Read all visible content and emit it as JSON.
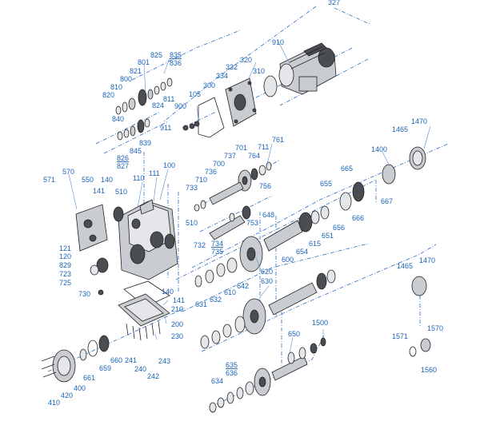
{
  "labels": {
    "l327": "327",
    "l910": "910",
    "l825": "825",
    "l835": "835",
    "l836": "836",
    "l801": "801",
    "l821": "821",
    "l800": "800",
    "l810": "810",
    "l811": "811",
    "l820": "820",
    "l824": "824",
    "l840": "840",
    "l839": "839",
    "l845": "845",
    "l826": "826",
    "l827": "827",
    "l900": "900",
    "l911": "911",
    "l105": "105",
    "l300": "300",
    "l334": "334",
    "l332": "332",
    "l320": "320",
    "l310": "310",
    "l761": "761",
    "l711": "711",
    "l764": "764",
    "l701": "701",
    "l737": "737",
    "l700": "700",
    "l736": "736",
    "l710": "710",
    "l733": "733",
    "l756": "756",
    "l753": "753",
    "l732": "732",
    "l734": "734",
    "l735": "735",
    "l648": "648",
    "l1470a": "1470",
    "l1465a": "1465",
    "l1400": "1400",
    "l665": "665",
    "l655": "655",
    "l667": "667",
    "l666": "666",
    "l656": "656",
    "l651": "651",
    "l615": "615",
    "l654": "654",
    "l600": "600",
    "l570": "570",
    "l571": "571",
    "l550": "550",
    "l140a": "140",
    "l141a": "141",
    "l510a": "510",
    "l110": "110",
    "l111": "111",
    "l100": "100",
    "l510b": "510",
    "l121": "121",
    "l120": "120",
    "l829": "829",
    "l723": "723",
    "l725": "725",
    "l730": "730",
    "l140b": "140",
    "l141b": "141",
    "l210": "210",
    "l200": "200",
    "l230": "230",
    "l241": "241",
    "l240": "240",
    "l242": "242",
    "l243": "243",
    "l620": "620",
    "l630": "630",
    "l642": "642",
    "l610": "610",
    "l632": "632",
    "l631": "631",
    "l1465b": "1465",
    "l1470b": "1470",
    "l1500": "1500",
    "l650": "650",
    "l1571": "1571",
    "l1570": "1570",
    "l1560": "1560",
    "l660": "660",
    "l659": "659",
    "l661": "661",
    "l400": "400",
    "l420": "420",
    "l410": "410",
    "l635": "635",
    "l636": "636",
    "l634": "634"
  }
}
